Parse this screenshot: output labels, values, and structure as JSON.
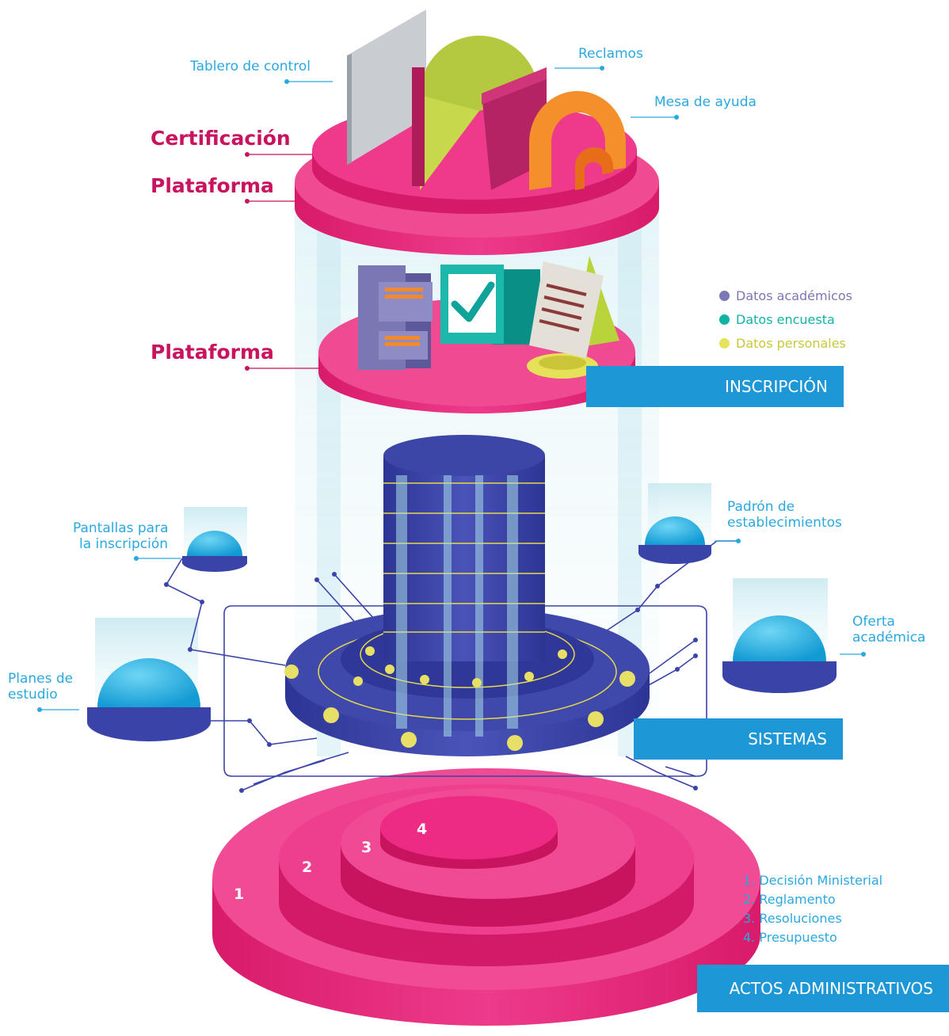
{
  "top_platform": {
    "label_certificacion": "Certificación",
    "label_plataforma": "Plataforma",
    "callouts": {
      "tablero": "Tablero de control",
      "reclamos": "Reclamos",
      "mesa": "Mesa de ayuda"
    }
  },
  "inscripcion": {
    "label_plataforma": "Plataforma",
    "band": "INSCRIPCIÓN",
    "legend": [
      {
        "label": "Datos académicos",
        "color": "#7b77b5"
      },
      {
        "label": "Datos encuesta",
        "color": "#10b3a6"
      },
      {
        "label": "Datos personales",
        "color": "#e4e35a"
      }
    ]
  },
  "sistemas": {
    "band": "SISTEMAS",
    "callouts": {
      "pantallas_1": "Pantallas para",
      "pantallas_2": "la inscripción",
      "padron_1": "Padrón de",
      "padron_2": "establecimientos",
      "oferta_1": "Oferta",
      "oferta_2": "académica",
      "planes_1": "Planes de",
      "planes_2": "estudio"
    }
  },
  "actos": {
    "band": "ACTOS ADMINISTRATIVOS",
    "numbers": [
      "1",
      "2",
      "3",
      "4"
    ],
    "items": [
      "1. Decisión Ministerial",
      "2. Reglamento",
      "3. Resoluciones",
      "4. Presupuesto"
    ]
  },
  "colors": {
    "pink": "#ef3f8f",
    "magenta": "#c8135f",
    "blue_band": "#1d97d6",
    "label_blue": "#2ba8e0",
    "navy": "#3a44a8"
  }
}
